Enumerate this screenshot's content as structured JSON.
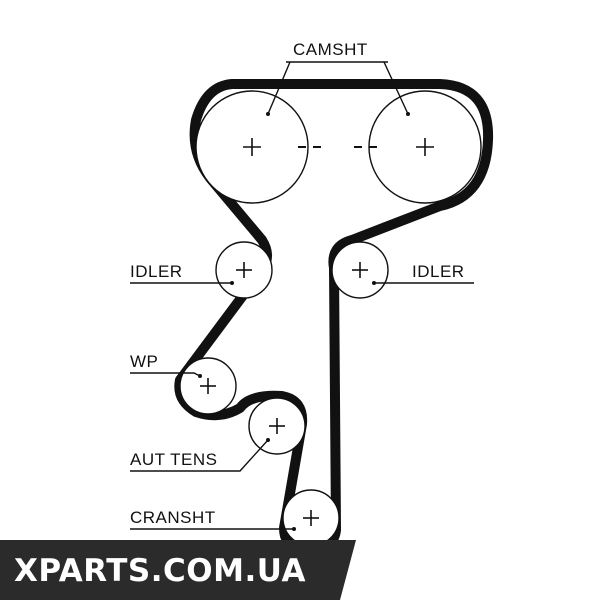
{
  "labels": {
    "camshaft": "CAMSHT",
    "idler_left": "IDLER",
    "idler_right": "IDLER",
    "water_pump": "WP",
    "auto_tensioner": "AUT TENS",
    "crankshaft": "CRANSHT"
  },
  "watermark": {
    "text": "XPARTS.COM.UA"
  },
  "colors": {
    "ink": "#111111",
    "background": "#ffffff",
    "watermark_bg": "#2b2b2b"
  }
}
